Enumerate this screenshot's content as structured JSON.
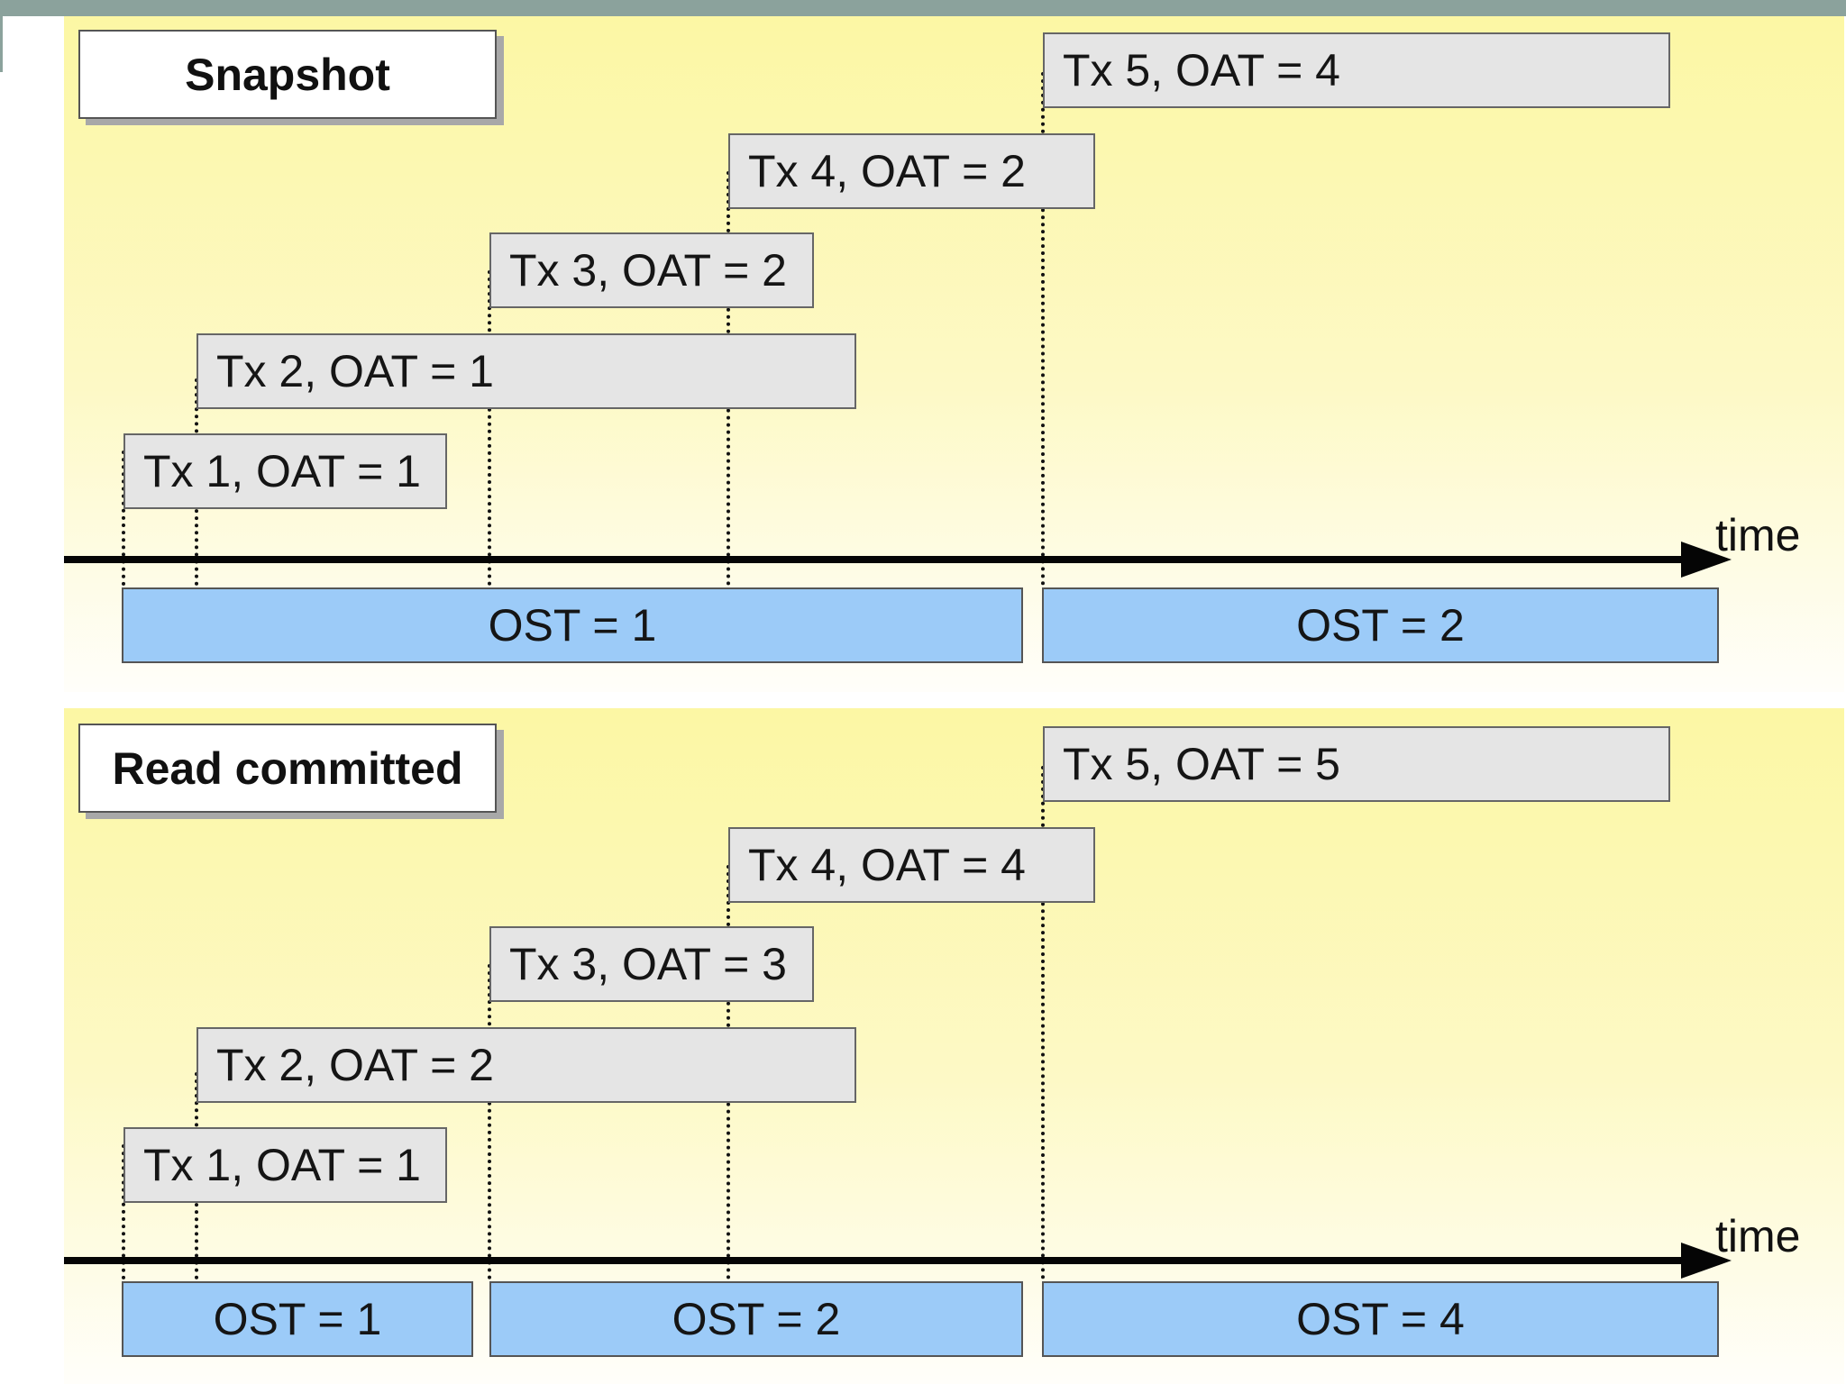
{
  "colors": {
    "header_bar": "#8ba29c",
    "panel_top": "#fcf7a4",
    "panel_bottom": "#fffefa",
    "transaction_box": "#e5e5e5",
    "ost_box": "#9ccbf8",
    "axis": "#050505"
  },
  "panels": [
    {
      "title": "Snapshot",
      "transactions": [
        {
          "label": "Tx 1, OAT = 1"
        },
        {
          "label": "Tx 2, OAT = 1"
        },
        {
          "label": "Tx 3, OAT = 2"
        },
        {
          "label": "Tx 4, OAT = 2"
        },
        {
          "label": "Tx 5, OAT = 4"
        }
      ],
      "axis_label": "time",
      "ost": [
        {
          "label": "OST = 1"
        },
        {
          "label": "OST = 2"
        }
      ]
    },
    {
      "title": "Read committed",
      "transactions": [
        {
          "label": "Tx 1, OAT = 1"
        },
        {
          "label": "Tx 2, OAT = 2"
        },
        {
          "label": "Tx 3, OAT = 3"
        },
        {
          "label": "Tx 4, OAT = 4"
        },
        {
          "label": "Tx 5, OAT = 5"
        }
      ],
      "axis_label": "time",
      "ost": [
        {
          "label": "OST = 1"
        },
        {
          "label": "OST = 2"
        },
        {
          "label": "OST = 4"
        }
      ]
    }
  ]
}
